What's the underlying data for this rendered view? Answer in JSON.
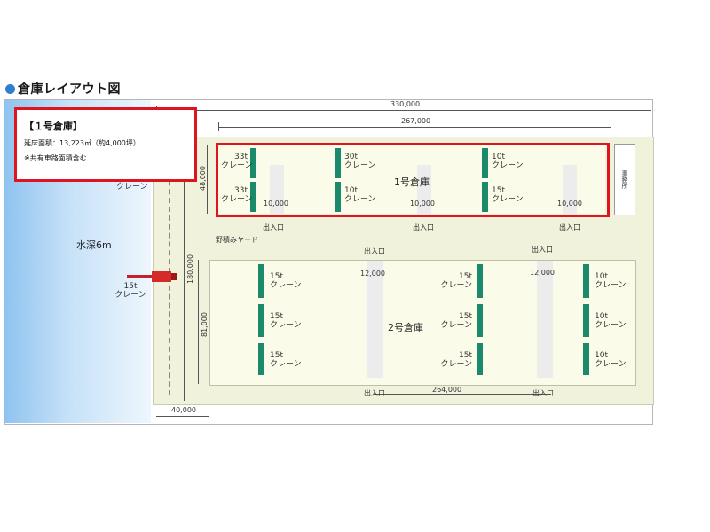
{
  "heading": "倉庫レイアウト図",
  "callout": {
    "title": "【１号倉庫】",
    "area": "延床面積：13,223㎡（約4,000坪）",
    "note": "※共有車路面積含む"
  },
  "dims": {
    "total_width": "330,000",
    "wh1_width": "267,000",
    "wh1_depth": "48,000",
    "site_depth": "180,000",
    "wh2_depth": "81,000",
    "wh2_width": "264,000",
    "quay": "40,000",
    "aisle1": "10,000",
    "aisle2": "10,000",
    "aisle3": "10,000",
    "aisle4": "12,000",
    "aisle5": "12,000"
  },
  "labels": {
    "water": "水深6m",
    "quay_crane": "15t\nクレーン",
    "quay_crane_partial": "クレーン",
    "yard": "野積みヤード",
    "wh1": "1号倉庫",
    "wh2": "2号倉庫",
    "office": "事務所",
    "gate": "出入口"
  },
  "wh1_cranes": [
    {
      "cap": "33t",
      "name": "クレーン"
    },
    {
      "cap": "33t",
      "name": "クレーン"
    },
    {
      "cap": "30t",
      "name": "クレーン"
    },
    {
      "cap": "10t",
      "name": "クレーン"
    },
    {
      "cap": "10t",
      "name": "クレーン"
    },
    {
      "cap": "15t",
      "name": "クレーン"
    }
  ],
  "wh2_cranes": [
    {
      "cap": "15t",
      "name": "クレーン"
    },
    {
      "cap": "15t",
      "name": "クレーン"
    },
    {
      "cap": "15t",
      "name": "クレーン"
    },
    {
      "cap": "15t",
      "name": "クレーン"
    },
    {
      "cap": "15t",
      "name": "クレーン"
    },
    {
      "cap": "15t",
      "name": "クレーン"
    },
    {
      "cap": "10t",
      "name": "クレーン"
    },
    {
      "cap": "10t",
      "name": "クレーン"
    },
    {
      "cap": "10t",
      "name": "クレーン"
    }
  ],
  "colors": {
    "highlight": "#e0141e",
    "crane": "#1a8a6a",
    "water": "#8fc3ef",
    "site": "#f1f2dc"
  }
}
